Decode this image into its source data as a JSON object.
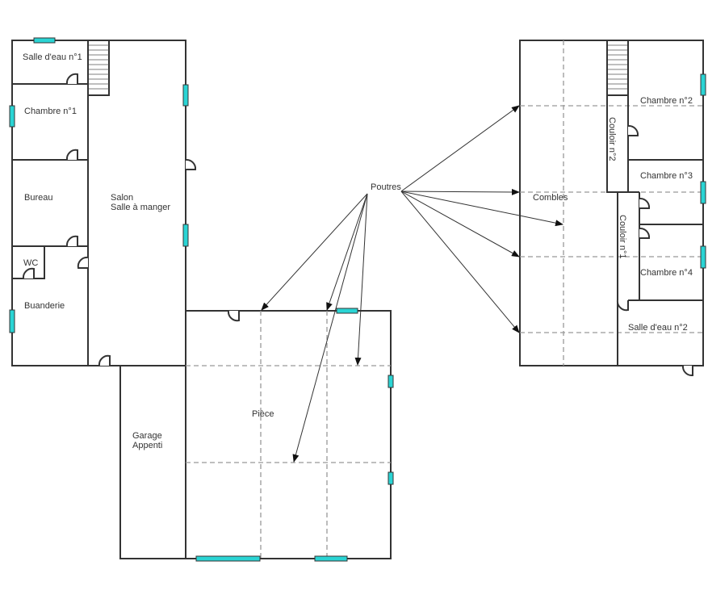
{
  "rooms": {
    "salle_eau_1": "Salle d'eau n°1",
    "chambre_1": "Chambre n°1",
    "bureau": "Bureau",
    "salon_1": "Salon",
    "salon_2": "Salle à manger",
    "wc": "WC",
    "buanderie": "Buanderie",
    "garage_1": "Garage",
    "garage_2": "Appenti",
    "piece": "Pièce",
    "combles": "Combles",
    "chambre_2": "Chambre n°2",
    "chambre_3": "Chambre n°3",
    "chambre_4": "Chambre n°4",
    "couloir_1": "Couloir n°1",
    "couloir_2": "Couloir n°2",
    "salle_eau_2": "Salle d'eau n°2"
  },
  "annotation": {
    "poutres": "Poutres"
  },
  "colors": {
    "window": "#2ad4d4",
    "wall": "#333333",
    "beam": "#999999"
  }
}
